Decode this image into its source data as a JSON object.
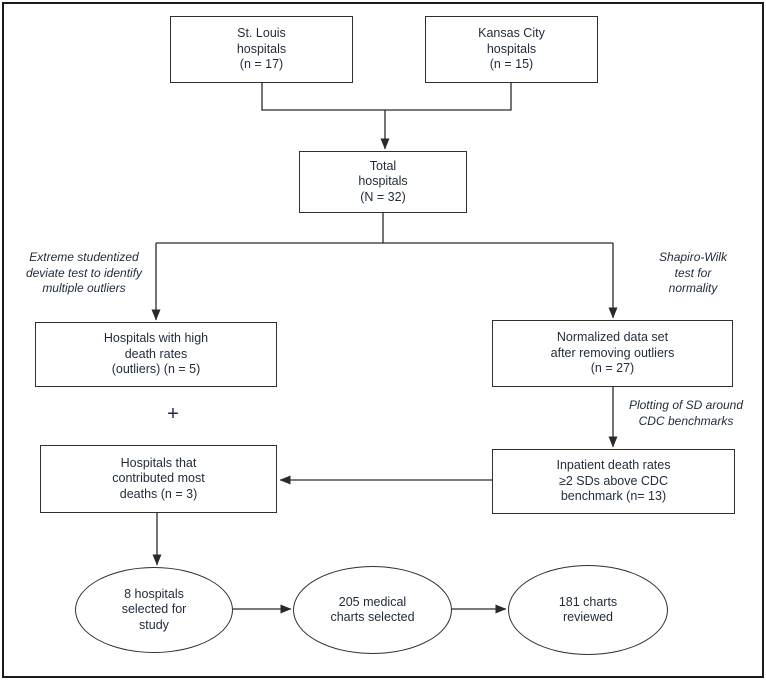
{
  "figure": {
    "boxes": {
      "st_louis": "St. Louis\nhospitals\n(n = 17)",
      "kansas_city": "Kansas City\nhospitals\n(n = 15)",
      "total": "Total\nhospitals\n(N = 32)",
      "high_death_rates": "Hospitals with high\ndeath rates\n(outliers) (n = 5)",
      "normalized": "Normalized data set\nafter removing outliers\n(n = 27)",
      "contributed_most": "Hospitals that\ncontributed most\ndeaths (n = 3)",
      "inpatient": "Inpatient death rates\n≥2 SDs above CDC\nbenchmark (n= 13)"
    },
    "ellipses": {
      "hospitals_selected": "8 hospitals\nselected for\nstudy",
      "charts_selected": "205 medical\ncharts selected",
      "charts_reviewed": "181 charts\nreviewed"
    },
    "annotations": {
      "esd_test": "Extreme studentized\ndeviate test to identify\nmultiple outliers",
      "shapiro_wilk": "Shapiro-Wilk\ntest for\nnormality",
      "plotting_sd": "Plotting of SD around\nCDC benchmarks",
      "plus_sign": "+"
    },
    "colors": {
      "text": "#1e2b3a",
      "line": "#2a2a2a",
      "background": "#ffffff"
    }
  }
}
